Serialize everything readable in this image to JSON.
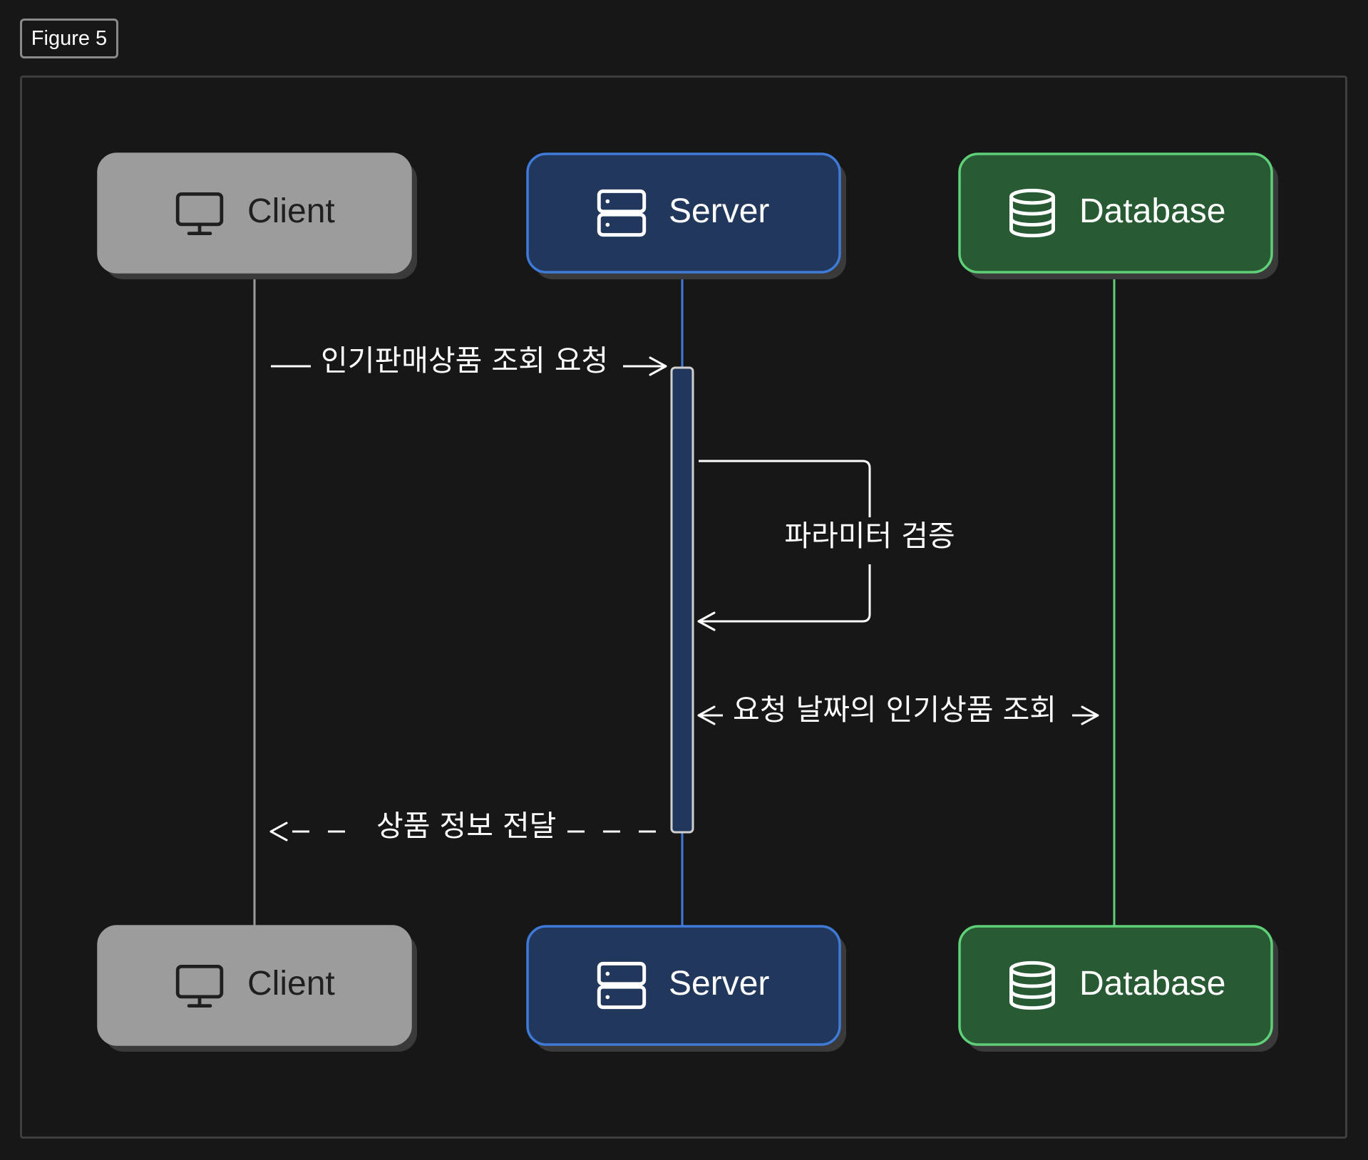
{
  "figure_label": "Figure 5",
  "participants": [
    {
      "id": "client",
      "label": "Client",
      "icon": "monitor-icon",
      "fill": "#9c9c9c",
      "stroke": "#9c9c9c",
      "text": "#1f1f1f",
      "line": "#9c9c9c"
    },
    {
      "id": "server",
      "label": "Server",
      "icon": "server-icon",
      "fill": "#21375c",
      "stroke": "#3f7ad8",
      "text": "#ffffff",
      "line": "#3f7ad8"
    },
    {
      "id": "database",
      "label": "Database",
      "icon": "database-icon",
      "fill": "#285a33",
      "stroke": "#5fcf78",
      "text": "#ffffff",
      "line": "#5fcf78"
    }
  ],
  "messages": [
    {
      "id": "request",
      "label": "인기판매상품 조회 요청",
      "from": "client",
      "to": "server",
      "style": "solid"
    },
    {
      "id": "validate",
      "label": "파라미터 검증",
      "from": "server",
      "to": "server",
      "style": "self"
    },
    {
      "id": "query",
      "label": "요청 날짜의 인기상품 조회",
      "from": "server",
      "to": "database",
      "style": "bidirectional"
    },
    {
      "id": "response",
      "label": "상품 정보 전달",
      "from": "server",
      "to": "client",
      "style": "dashed"
    }
  ],
  "colors": {
    "background": "#171717",
    "frame": "#3e3e3e",
    "shadow": "#3a3a3a",
    "activation_fill": "#21375c",
    "activation_stroke": "#d0d0d0",
    "arrow": "#ffffff"
  }
}
